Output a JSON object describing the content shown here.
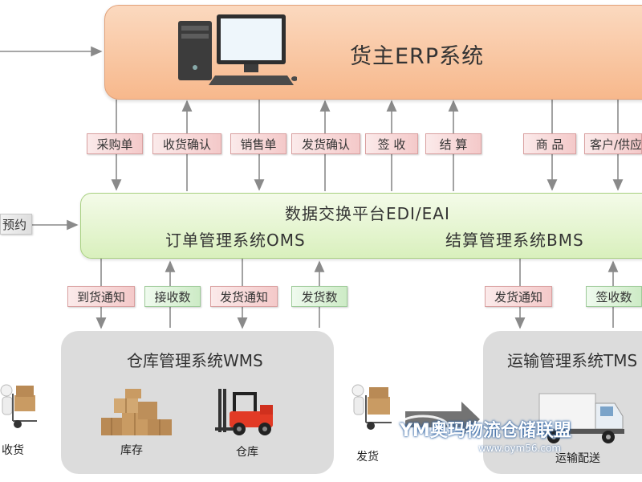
{
  "erp": {
    "title": "货主ERP系统"
  },
  "edi": {
    "line1": "数据交换平台EDI/EAI",
    "oms": "订单管理系统OMS",
    "bms": "结算管理系统BMS"
  },
  "wms": {
    "title": "仓库管理系统WMS",
    "stock_label": "库存",
    "warehouse_label": "仓库"
  },
  "tms": {
    "title": "运输管理系统TMS",
    "delivery_label": "运输配送"
  },
  "upper_tags": [
    {
      "label": "采购单",
      "style": "pink"
    },
    {
      "label": "收货确认",
      "style": "pink"
    },
    {
      "label": "销售单",
      "style": "pink"
    },
    {
      "label": "发货确认",
      "style": "pink"
    },
    {
      "label": "签 收",
      "style": "pink"
    },
    {
      "label": "结 算",
      "style": "pink"
    },
    {
      "label": "商 品",
      "style": "pink"
    },
    {
      "label": "客户/供应商",
      "style": "pink"
    }
  ],
  "reservation_tag": "预约",
  "lower_tags": [
    {
      "label": "到货通知",
      "style": "pink"
    },
    {
      "label": "接收数",
      "style": "green"
    },
    {
      "label": "发货通知",
      "style": "pink"
    },
    {
      "label": "发货数",
      "style": "green"
    },
    {
      "label": "发货通知",
      "style": "pink"
    },
    {
      "label": "签收数",
      "style": "green"
    }
  ],
  "side_labels": {
    "receive": "收货",
    "ship": "发货"
  },
  "watermark": {
    "text": "YM奥玛物流仓储联盟",
    "url": "www.oym56.com"
  },
  "colors": {
    "erp": "#f7b88c",
    "edi": "#d9f0bd",
    "system_box": "#dcdcdc",
    "arrow": "#8a8a8a"
  },
  "icons": [
    "computer-icon",
    "boxes-icon",
    "forklift-icon",
    "hand-truck-icon",
    "truck-icon"
  ]
}
